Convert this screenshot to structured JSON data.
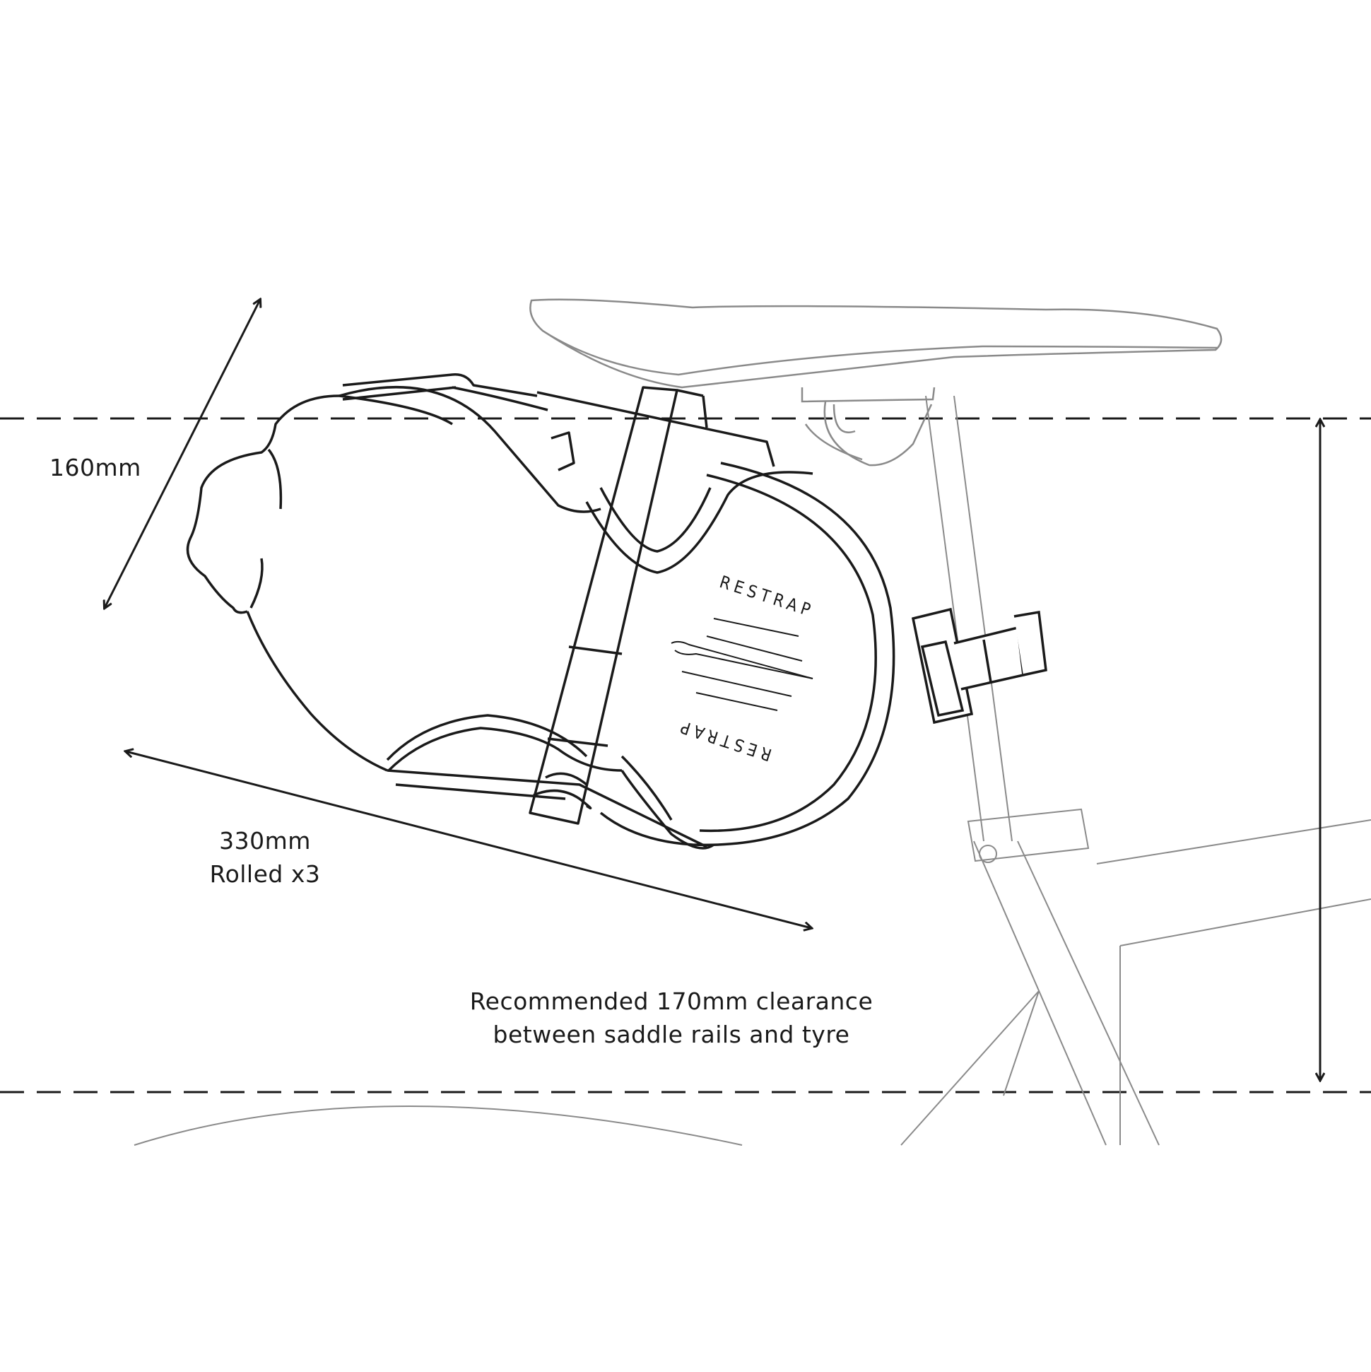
{
  "labels": {
    "height_dimension": "160mm",
    "length_dimension": "330mm",
    "length_note": "Rolled x3",
    "clearance_line1": "Recommended 170mm clearance",
    "clearance_line2": "between saddle rails and tyre"
  },
  "brand": {
    "logo_text_top": "RESTRAP",
    "logo_text_bottom": "RESTRAP"
  },
  "colors": {
    "line": "#1a1a1a",
    "thin_line": "#8a8a8a",
    "background": "#ffffff"
  }
}
